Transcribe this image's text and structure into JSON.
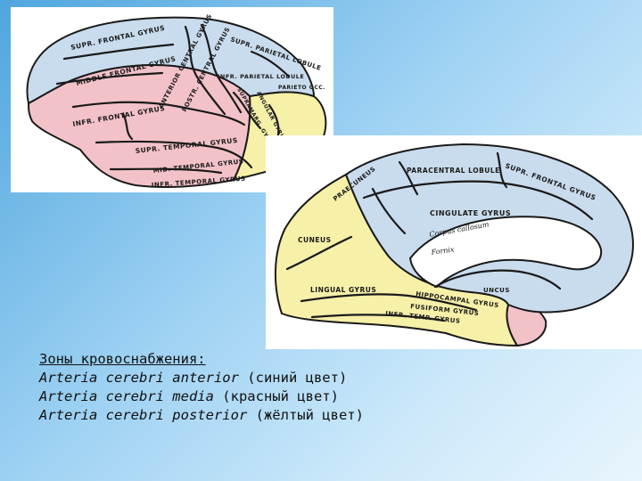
{
  "lateral_labels": {
    "supr_frontal": "SUPR. FRONTAL GYRUS",
    "middle_frontal": "MIDDLE FRONTAL GYRUS",
    "infr_frontal": "INFR. FRONTAL GYRUS",
    "anterior_central": "ANTERIOR CENTRAL GYRUS",
    "poster_central": "POSTR. CENTRAL GYRUS",
    "supr_parietal": "SUPR. PARIETAL LOBULE",
    "infr_parietal": "INFR. PARIETAL LOBULE",
    "supramarginal": "SUPRAMARG. GYRUS",
    "angular": "ANGULAR GYRUS",
    "parieto_occ": "PARIETO OCC.",
    "supr_temporal": "SUPR. TEMPORAL GYRUS",
    "mid_temporal": "MID. TEMPORAL GYRUS",
    "infr_temporal": "INFR. TEMPORAL GYRUS"
  },
  "medial_labels": {
    "paracentral": "PARACENTRAL LOBULE",
    "supr_frontal": "SUPR. FRONTAL GYRUS",
    "precuneus": "PRAECUNEUS",
    "cingulate": "CINGULATE GYRUS",
    "corpus_callosum": "Corpus callosum",
    "fornix": "Fornix",
    "cuneus": "CUNEUS",
    "lingual": "LINGUAL GYRUS",
    "hippocampal": "HIPPOCAMPAL GYRUS",
    "uncus": "UNCUS",
    "fusiform": "FUSIFORM GYRUS",
    "infr_temporal": "INFR. TEMP. GYRUS"
  },
  "caption": {
    "heading": "Зоны кровоснабжения:",
    "line1_latin": "Arteria cerebri anterior",
    "line1_note": " (синий цвет)",
    "line2_latin": "Arteria cerebri media",
    "line2_note": " (красный цвет)",
    "line3_latin": "Arteria cerebri posterior",
    "line3_note": " (жёлтый цвет)"
  },
  "colors": {
    "anterior_blue": "#c9dced",
    "media_red": "#f3c2c9",
    "posterior_yellow": "#f6f0a8",
    "outline": "#1a1a1a"
  }
}
